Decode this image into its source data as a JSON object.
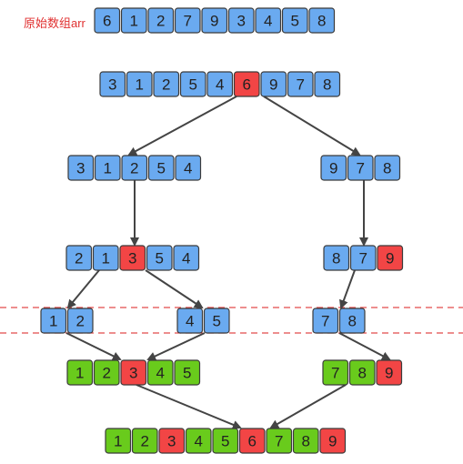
{
  "title": "原始数组arr",
  "colors": {
    "blue": "#6aaaf0",
    "red": "#f24545",
    "green": "#69cb1c",
    "stroke": "#3b3b3b",
    "arrow": "#444444",
    "dash": "#e24a4a"
  },
  "arrays": [
    {
      "id": "original",
      "values": [
        "6",
        "1",
        "2",
        "7",
        "9",
        "3",
        "4",
        "5",
        "8"
      ],
      "colors": [
        "blue",
        "blue",
        "blue",
        "blue",
        "blue",
        "blue",
        "blue",
        "blue",
        "blue"
      ]
    },
    {
      "id": "partition-1",
      "values": [
        "3",
        "1",
        "2",
        "5",
        "4",
        "6",
        "9",
        "7",
        "8"
      ],
      "colors": [
        "blue",
        "blue",
        "blue",
        "blue",
        "blue",
        "red",
        "blue",
        "blue",
        "blue"
      ]
    },
    {
      "id": "left-1",
      "values": [
        "3",
        "1",
        "2",
        "5",
        "4"
      ],
      "colors": [
        "blue",
        "blue",
        "blue",
        "blue",
        "blue"
      ]
    },
    {
      "id": "right-1",
      "values": [
        "9",
        "7",
        "8"
      ],
      "colors": [
        "blue",
        "blue",
        "blue"
      ]
    },
    {
      "id": "left-2",
      "values": [
        "2",
        "1",
        "3",
        "5",
        "4"
      ],
      "colors": [
        "blue",
        "blue",
        "red",
        "blue",
        "blue"
      ]
    },
    {
      "id": "right-2",
      "values": [
        "8",
        "7",
        "9"
      ],
      "colors": [
        "blue",
        "blue",
        "red"
      ]
    },
    {
      "id": "left-left-3",
      "values": [
        "1",
        "2"
      ],
      "colors": [
        "blue",
        "blue"
      ]
    },
    {
      "id": "left-right-3",
      "values": [
        "4",
        "5"
      ],
      "colors": [
        "blue",
        "blue"
      ]
    },
    {
      "id": "right-left-3",
      "values": [
        "7",
        "8"
      ],
      "colors": [
        "blue",
        "blue"
      ]
    },
    {
      "id": "left-sorted",
      "values": [
        "1",
        "2",
        "3",
        "4",
        "5"
      ],
      "colors": [
        "green",
        "green",
        "red",
        "green",
        "green"
      ]
    },
    {
      "id": "right-sorted",
      "values": [
        "7",
        "8",
        "9"
      ],
      "colors": [
        "green",
        "green",
        "red"
      ]
    },
    {
      "id": "final",
      "values": [
        "1",
        "2",
        "3",
        "4",
        "5",
        "6",
        "7",
        "8",
        "9"
      ],
      "colors": [
        "green",
        "green",
        "red",
        "green",
        "green",
        "red",
        "green",
        "green",
        "red"
      ]
    }
  ]
}
